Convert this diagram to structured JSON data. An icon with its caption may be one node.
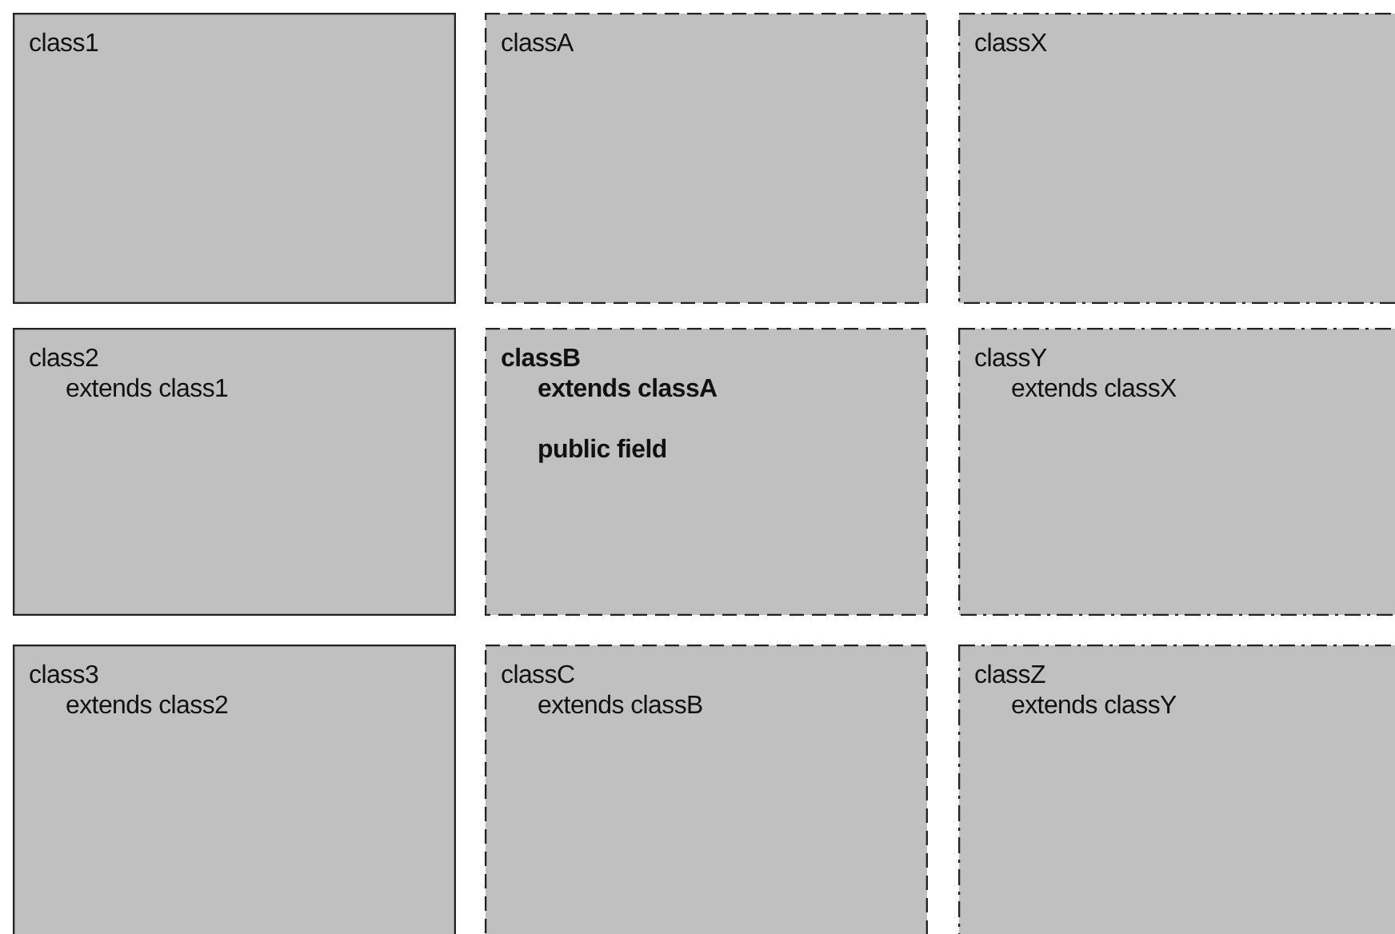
{
  "diagram": {
    "nodes": [
      {
        "text": [
          "class1"
        ]
      },
      {
        "text": [
          "classA"
        ]
      },
      {
        "text": [
          "classX"
        ]
      },
      {
        "text": [
          "class2",
          "extends class1"
        ]
      },
      {
        "text": [
          "classB",
          "extends classA",
          "public field"
        ]
      },
      {
        "text": [
          "classY",
          "extends classX"
        ]
      },
      {
        "text": [
          "class3",
          "extends class2"
        ]
      },
      {
        "text": [
          "classC",
          "extends classB"
        ]
      },
      {
        "text": [
          "classZ",
          "extends classY"
        ]
      }
    ]
  }
}
